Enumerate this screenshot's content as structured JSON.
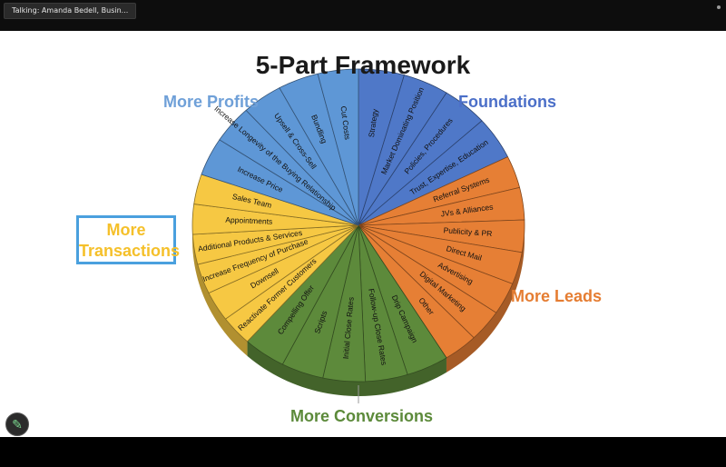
{
  "window": {
    "talking_indicator": "Talking: Amanda Bedell, Busin..."
  },
  "slide": {
    "title": "5-Part Framework",
    "categories": {
      "more_profits": "More Profits",
      "foundations": "Foundations",
      "more_transactions_line1": "More",
      "more_transactions_line2": "Transactions",
      "more_leads": "More Leads",
      "more_conversions": "More Conversions"
    },
    "segments": {
      "foundations": [
        "Strategy",
        "Market Dominating Position",
        "Policies, Procedures",
        "Trust, Expertise, Education"
      ],
      "more_leads": [
        "Referral Systems",
        "JVs & Alliances",
        "Publicity & PR",
        "Direct Mail",
        "Advertising",
        "Digital Marketing",
        "Other"
      ],
      "more_conversions": [
        "Drip Campaign",
        "Follow-up Close Rates",
        "Initial Close Rates",
        "Scripts",
        "Compelling Offer"
      ],
      "more_transactions": [
        "Reactivate Former Customers",
        "Downsell",
        "Increase Frequency of Purchase",
        "Additional Products & Services",
        "Appointments",
        "Sales Team"
      ],
      "more_profits": [
        "Increase Price",
        "Increase Longevity of the Buying Relationship",
        "Upsell & Cross-Sell",
        "Bundling",
        "Cut Costs"
      ]
    },
    "colors": {
      "foundations": "#4f78c8",
      "more_leads": "#e67f35",
      "more_conversions": "#5d8a3b",
      "more_transactions": "#f6c843",
      "more_profits": "#5e97d6"
    }
  }
}
